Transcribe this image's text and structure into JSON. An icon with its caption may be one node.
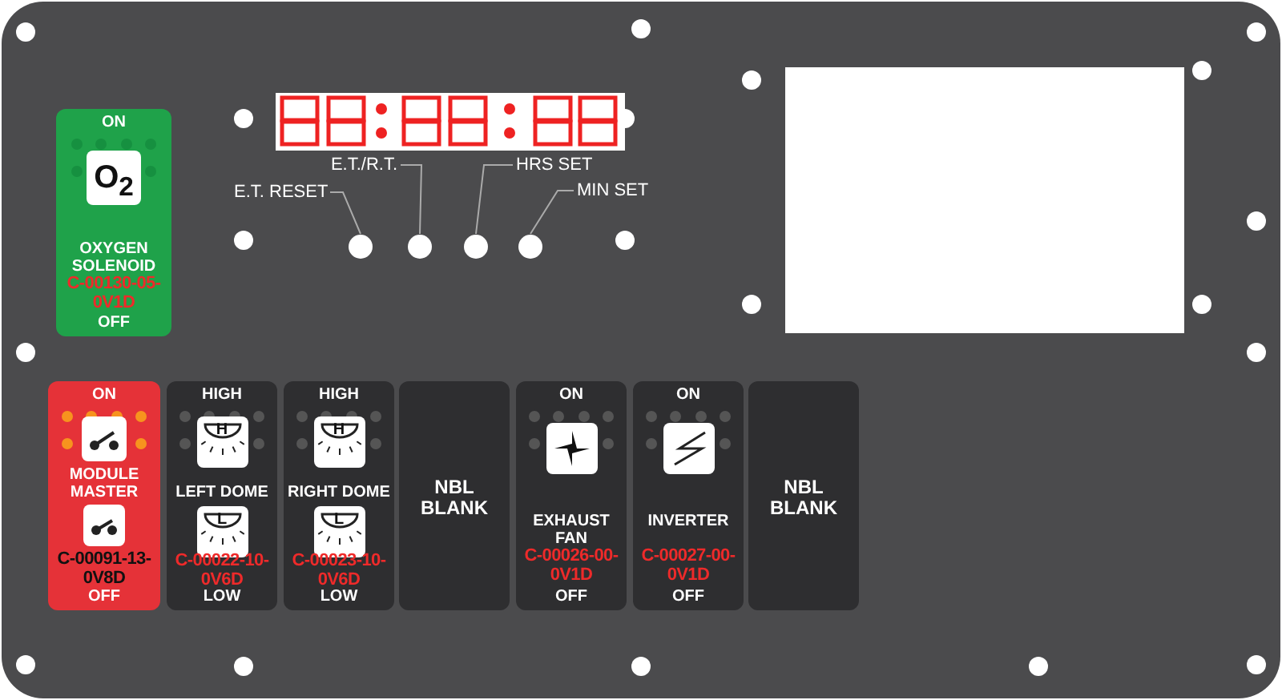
{
  "diagram": {
    "nodes": [
      {
        "text": [
          "ON",
          "O$_{2}$",
          "OXYGEN SOLENOID",
          "C-00130-05-0V1D",
          "OFF"
        ]
      },
      {
        "text": [
          "E.T. RESET"
        ]
      },
      {
        "text": [
          "E.T./R.T."
        ]
      },
      {
        "text": [
          "HRS SET"
        ]
      },
      {
        "text": [
          "MIN SET"
        ]
      },
      {
        "text": [],
        "shape": "circle"
      },
      {
        "text": [],
        "shape": "circle"
      },
      {
        "text": [],
        "shape": "circle"
      },
      {
        "text": [],
        "shape": "circle"
      },
      {
        "text": [
          "ON",
          "MODULE MASTER",
          "C-00091-13-0V8D",
          "OFF"
        ]
      },
      {
        "text": [
          "HIGH",
          "H",
          "LEFT DOME",
          "L",
          "C-00022-10-0V6D",
          "LOW"
        ]
      },
      {
        "text": [
          "HIGH",
          "H",
          "RIGHT DOME",
          "L",
          "C-00023-10-0V6D",
          "LOW"
        ]
      },
      {
        "text": [
          "NBL BLANK"
        ]
      },
      {
        "text": [
          "ON",
          "EXHAUST FAN",
          "C-00026-00-0V1D",
          "OFF"
        ]
      },
      {
        "text": [
          "ON",
          "INVERTER",
          "C-00027-00-0V1D",
          "OFF"
        ]
      },
      {
        "text": [
          "NBL BLANK"
        ]
      },
      {
        "text": [],
        "shape": "box"
      }
    ],
    "edges": [
      {
        "from": 1,
        "to": 5,
        "arrow": "none"
      },
      {
        "from": 2,
        "to": 6,
        "arrow": "none"
      },
      {
        "from": 3,
        "to": 7,
        "arrow": "none"
      },
      {
        "from": 4,
        "to": 8,
        "arrow": "none"
      }
    ]
  }
}
